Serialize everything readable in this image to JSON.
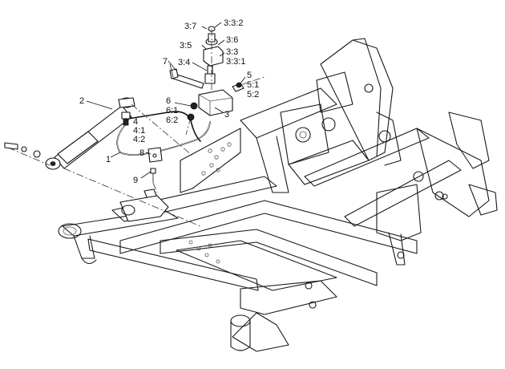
{
  "callouts": [
    {
      "id": "c-3-7",
      "text": "3:7"
    },
    {
      "id": "c-3-3-2",
      "text": "3:3:2"
    },
    {
      "id": "c-3-5",
      "text": "3:5"
    },
    {
      "id": "c-3-6",
      "text": "3:6"
    },
    {
      "id": "c-3-3",
      "text": "3:3"
    },
    {
      "id": "c-3-3-1",
      "text": "3:3:1"
    },
    {
      "id": "c-7",
      "text": "7"
    },
    {
      "id": "c-3-4",
      "text": "3:4"
    },
    {
      "id": "c-5",
      "text": "5"
    },
    {
      "id": "c-5-1",
      "text": "5:1"
    },
    {
      "id": "c-5-2",
      "text": "5:2"
    },
    {
      "id": "c-2",
      "text": "2"
    },
    {
      "id": "c-6",
      "text": "6"
    },
    {
      "id": "c-6-1",
      "text": "6:1"
    },
    {
      "id": "c-6-2",
      "text": "6:2"
    },
    {
      "id": "c-3",
      "text": "3"
    },
    {
      "id": "c-4",
      "text": "4"
    },
    {
      "id": "c-4-1",
      "text": "4:1"
    },
    {
      "id": "c-4-2",
      "text": "4:2"
    },
    {
      "id": "c-1",
      "text": "1"
    },
    {
      "id": "c-8",
      "text": "8"
    },
    {
      "id": "c-9",
      "text": "9"
    }
  ]
}
